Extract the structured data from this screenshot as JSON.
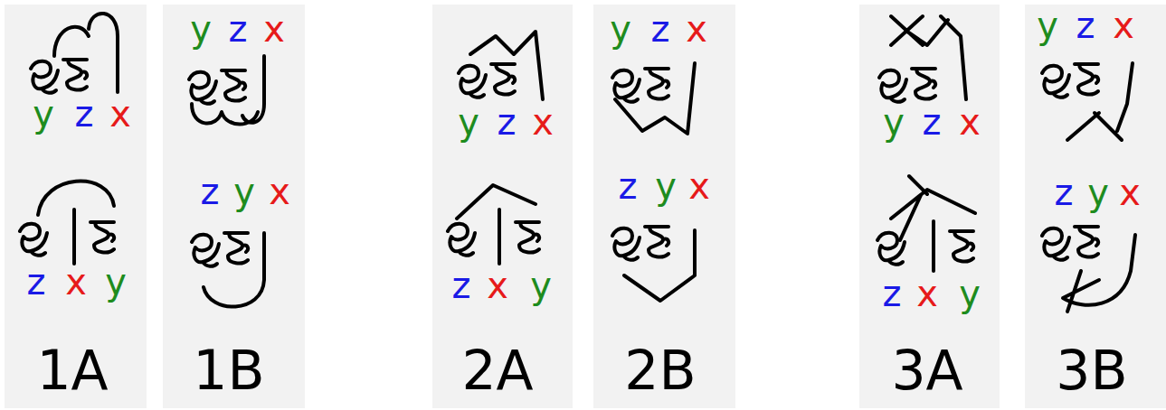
{
  "diagram": {
    "labels": [
      "y",
      "z",
      "x",
      "z",
      "x",
      "y",
      "1A",
      "y",
      "z",
      "x",
      "z",
      "y",
      "x",
      "1B",
      "y",
      "z",
      "x",
      "z",
      "x",
      "y",
      "2A",
      "y",
      "z",
      "x",
      "z",
      "y",
      "x",
      "2B",
      "y",
      "z",
      "x",
      "z",
      "x",
      "y",
      "3A",
      "y",
      "z",
      "x",
      "z",
      "y",
      "x",
      "3B"
    ]
  }
}
